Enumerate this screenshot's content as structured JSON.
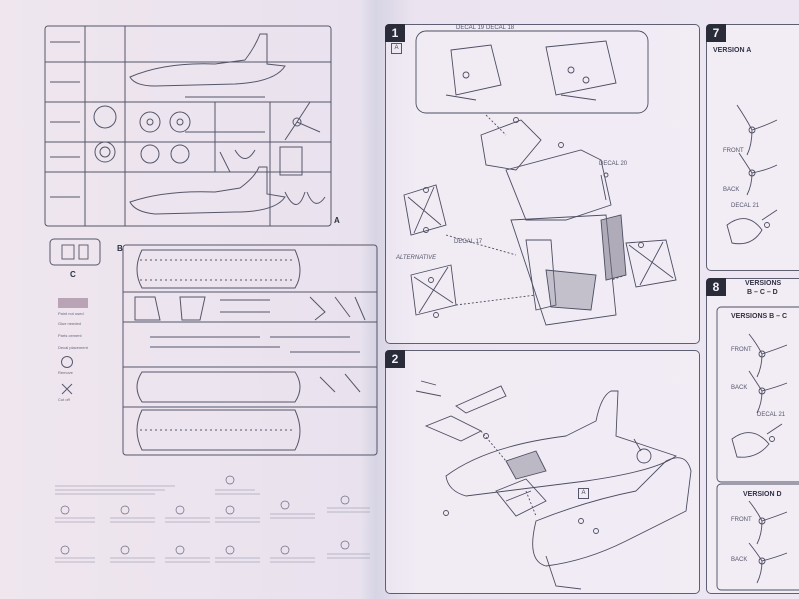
{
  "panels": {
    "sprue_a_label": "A",
    "sprue_b_label": "B",
    "sprue_c_label": "C",
    "step1": {
      "num": "1",
      "box_label": "A",
      "decal_left": "DECAL 19",
      "decal_right": "DECAL 18",
      "decal_mid": "DECAL 20",
      "decal_bottom": "DECAL 17",
      "alt_label": "ALTERNATIVE"
    },
    "step2": {
      "num": "2",
      "box_label": "A"
    },
    "step7": {
      "num": "7",
      "version": "VERSION A",
      "front": "FRONT",
      "back": "BACK",
      "decal": "DECAL 21"
    },
    "step8": {
      "num": "8",
      "versions_title": "VERSIONS",
      "versions_sub": "B – C – D",
      "version_bc": "VERSIONS B – C",
      "front": "FRONT",
      "back": "BACK",
      "decal": "DECAL 21",
      "version_d": "VERSION D",
      "front_d": "FRONT",
      "back_d": "BACK"
    }
  },
  "paint_legend": {
    "title": "A",
    "items": [
      "Paint not used",
      "Glue needed",
      "Parts cement",
      "Decal placement",
      "Remove",
      "Cut off"
    ]
  },
  "colors": {
    "ink": "#3c3d4f",
    "paper": "#ede6f0",
    "fold_shadow": "#d3d1e2",
    "legend_box": "#b9a4b6"
  },
  "icons": [
    "propeller-icon",
    "aircraft-icon",
    "wheel-icon",
    "sprue-icon",
    "cockpit-icon"
  ]
}
